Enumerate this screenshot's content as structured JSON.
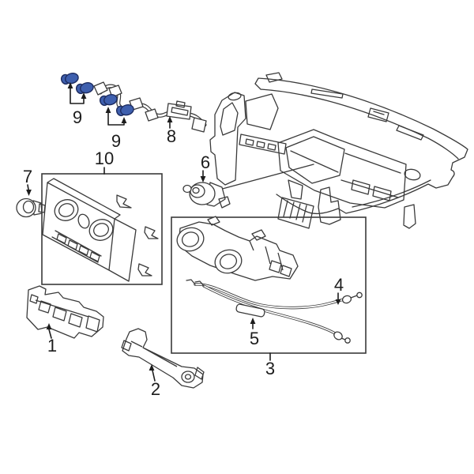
{
  "colors": {
    "background": "#ffffff",
    "line": "#3a3a3a",
    "label": "#1c1c1c",
    "highlight_fill": "#3e5fae",
    "highlight_stroke": "#1d2c60"
  },
  "callouts": {
    "c1": "1",
    "c2": "2",
    "c3": "3",
    "c4": "4",
    "c5": "5",
    "c6": "6",
    "c7": "7",
    "c8": "8",
    "c9a": "9",
    "c9b": "9",
    "c10": "10"
  }
}
